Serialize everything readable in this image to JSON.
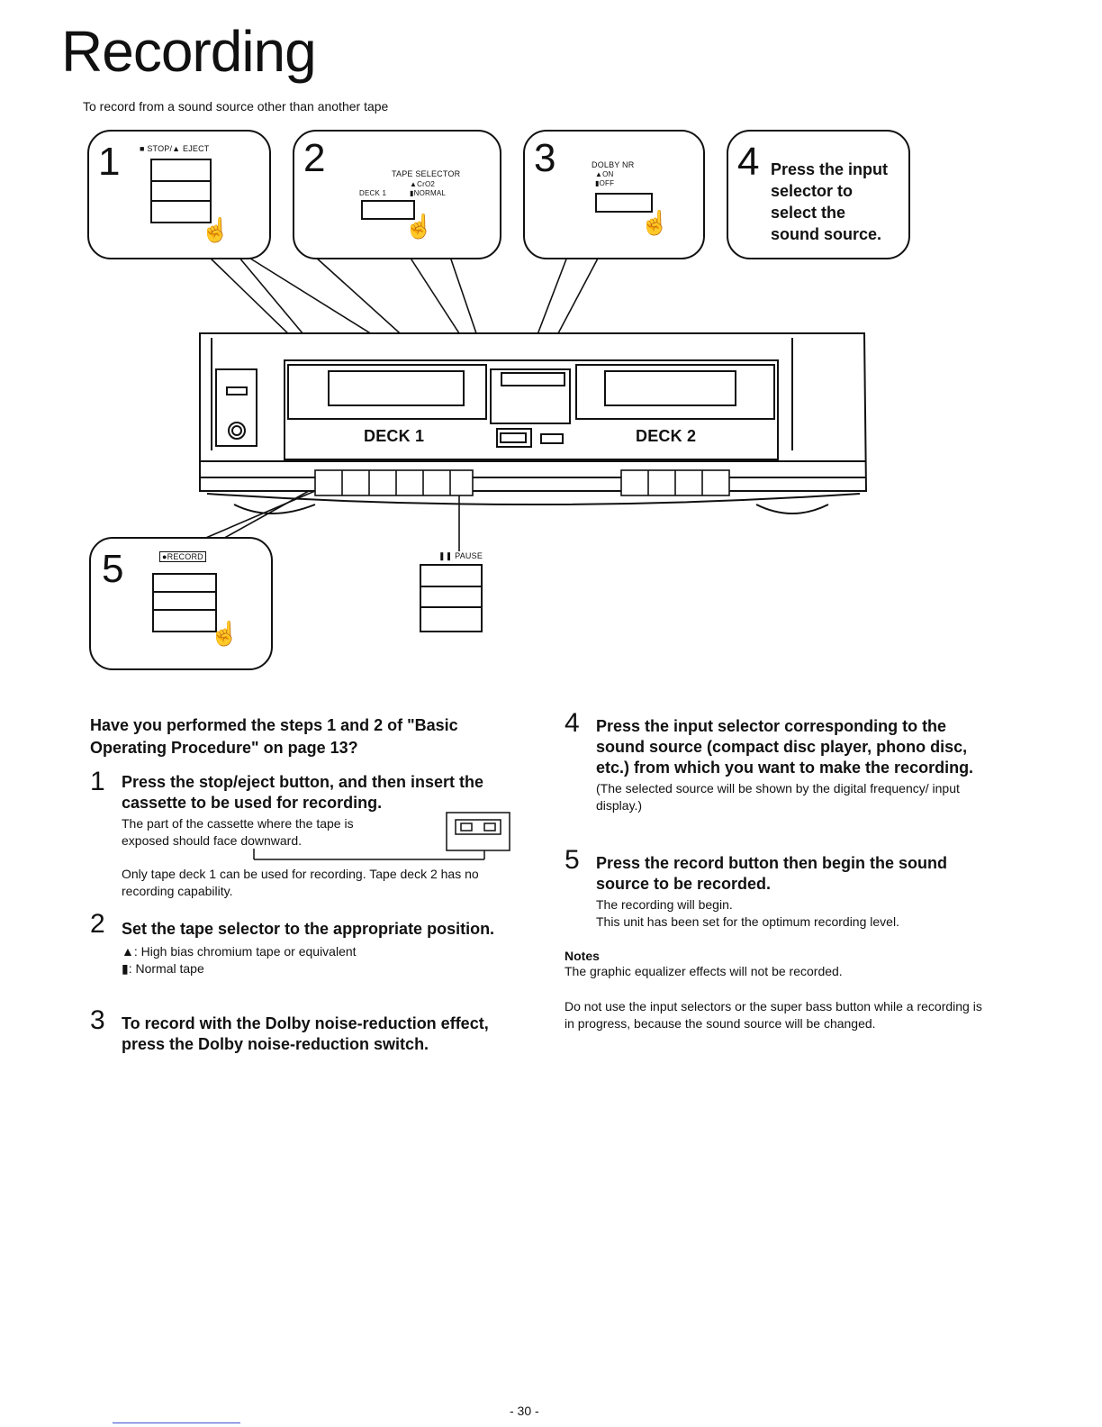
{
  "title": "Recording",
  "subtitle": "To record from a sound source other than another tape",
  "callouts": {
    "c1": {
      "num": "1",
      "label": "■ STOP/▲ EJECT"
    },
    "c2": {
      "num": "2",
      "label_top": "TAPE SELECTOR",
      "label_crO2": "▲CrO2",
      "label_deck": "DECK 1",
      "label_normal": "▮NORMAL"
    },
    "c3": {
      "num": "3",
      "label_top": "DOLBY NR",
      "label_on": "▲ON",
      "label_off": "▮OFF"
    },
    "c4": {
      "num": "4",
      "text_lines": [
        "Press the input",
        "selector to",
        "select the",
        "sound source."
      ]
    },
    "c5": {
      "num": "5",
      "label": "●RECORD"
    },
    "pause": {
      "label": "❚❚ PAUSE"
    }
  },
  "deck": {
    "deck1_label": "DECK 1",
    "deck2_label": "DECK 2"
  },
  "left_col": {
    "question": "Have you performed the steps 1 and 2 of \"Basic Operating Procedure\" on page 13?",
    "step1": {
      "num": "1",
      "head": "Press the stop/eject button, and then insert the cassette to be used for recording.",
      "note1": "The part of the cassette where the tape is exposed should face downward.",
      "note2": "Only tape deck 1 can be used for recording. Tape deck 2 has no recording capability."
    },
    "step2": {
      "num": "2",
      "head": "Set the tape selector to the appropriate position.",
      "item1": "▲: High bias chromium tape or equivalent",
      "item2": "▮: Normal tape"
    },
    "step3": {
      "num": "3",
      "head": "To record with the Dolby noise-reduction effect, press the Dolby noise-reduction switch."
    }
  },
  "right_col": {
    "step4": {
      "num": "4",
      "head": "Press the input selector corresponding to the sound source (compact disc player, phono disc, etc.) from which you want to make the recording.",
      "note": "(The selected source will be shown by the digital frequency/ input display.)"
    },
    "step5": {
      "num": "5",
      "head": "Press the record button then begin the sound source to be recorded.",
      "note1": "The recording will begin.",
      "note2": "This unit has been set for the optimum recording level."
    },
    "notes_head": "Notes",
    "notes1": "The graphic equalizer effects will not be recorded.",
    "notes2": "Do not use the input selectors or the super bass button while a recording is in progress, because the sound source will be changed."
  },
  "page_number": "- 30 -",
  "colors": {
    "ink": "#111111",
    "link_line": "#3a4fd0"
  }
}
